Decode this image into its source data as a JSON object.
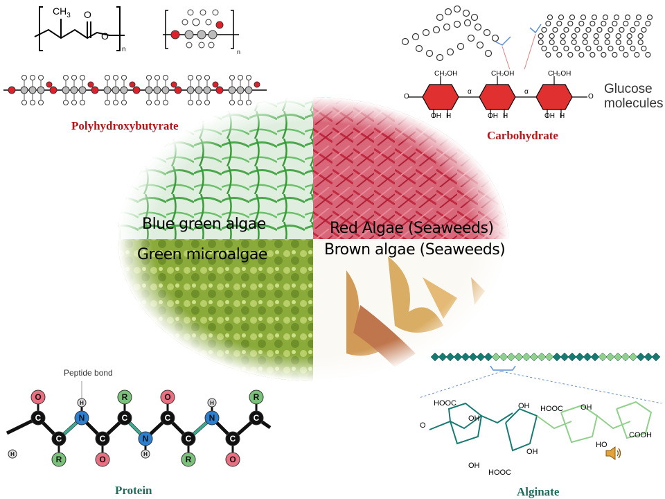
{
  "colors": {
    "caption_red": "#b3151b",
    "caption_teal": "#1f6b5c",
    "oxygen_red": "#e0202a",
    "carb_ring": "#e03030",
    "alginate_teal": "#167a73",
    "alginate_green": "#8fd08a",
    "blue_atom": "#2a7fd0",
    "green_atom": "#7ac27a"
  },
  "phb": {
    "caption": "Polyhydroxybutyrate",
    "ch3": "CH",
    "ch3_sub": "3",
    "o_top": "O",
    "o_ring": "O",
    "n": "n",
    "n2": "n"
  },
  "carbohydrate": {
    "caption": "Carbohydrate",
    "glucose_label_1": "Glucose",
    "glucose_label_2": "molecules",
    "ch2oh": "CH₂OH",
    "h": "H",
    "oh": "OH",
    "o": "O",
    "alpha": "α"
  },
  "quadrants": {
    "blue_green": "Blue green algae",
    "red": "Red Algae (Seaweeds)",
    "green_micro": "Green microalgae",
    "brown": "Brown algae (Seaweeds)"
  },
  "protein": {
    "caption": "Protein",
    "peptide_bond": "Peptide bond",
    "c": "C",
    "n": "N",
    "o": "O",
    "r": "R",
    "h": "H"
  },
  "alginate": {
    "caption": "Alginate",
    "cooh": "COOH",
    "hooc": "HOOC",
    "oh": "OH",
    "ho": "HO",
    "o": "O"
  },
  "speaker": {
    "icon": "speaker-icon"
  }
}
